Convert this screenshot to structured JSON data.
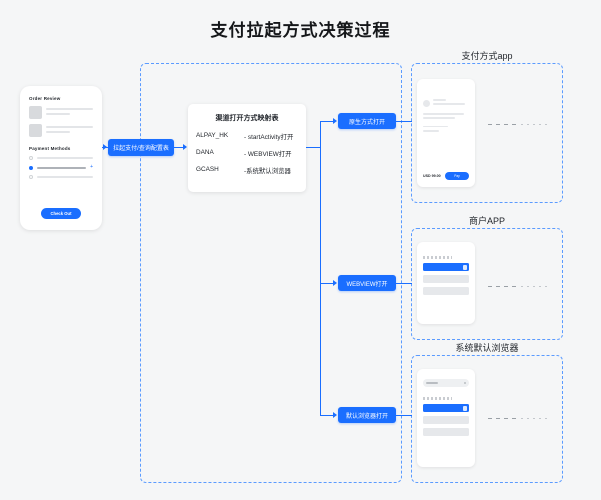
{
  "page": {
    "title": "支付拉起方式决策过程",
    "accent_color": "#1a6eff",
    "dash_color": "#5b9bff",
    "background": "#f5f6f7"
  },
  "checkout_phone": {
    "order_heading": "Order Review",
    "payment_heading": "Payment Methods",
    "cta_label": "Check Out"
  },
  "mapping_card": {
    "title": "渠道打开方式映射表",
    "rows": [
      {
        "channel": "ALPAY_HK",
        "method": "- startActivity打开"
      },
      {
        "channel": "DANA",
        "method": "- WEBVIEW打开"
      },
      {
        "channel": "GCASH",
        "method": "-系统默认浏览器"
      }
    ]
  },
  "flow": {
    "invoke_label": "拉起支付/查询配置表",
    "native_label": "原生方式打开",
    "webview_label": "WEBVIEW打开",
    "browser_label": "默认浏览器打开"
  },
  "results": [
    {
      "heading": "支付方式app",
      "amount": "USD 99.00",
      "button": "Pay"
    },
    {
      "heading": "商户APP"
    },
    {
      "heading": "系统默认浏览器"
    }
  ]
}
